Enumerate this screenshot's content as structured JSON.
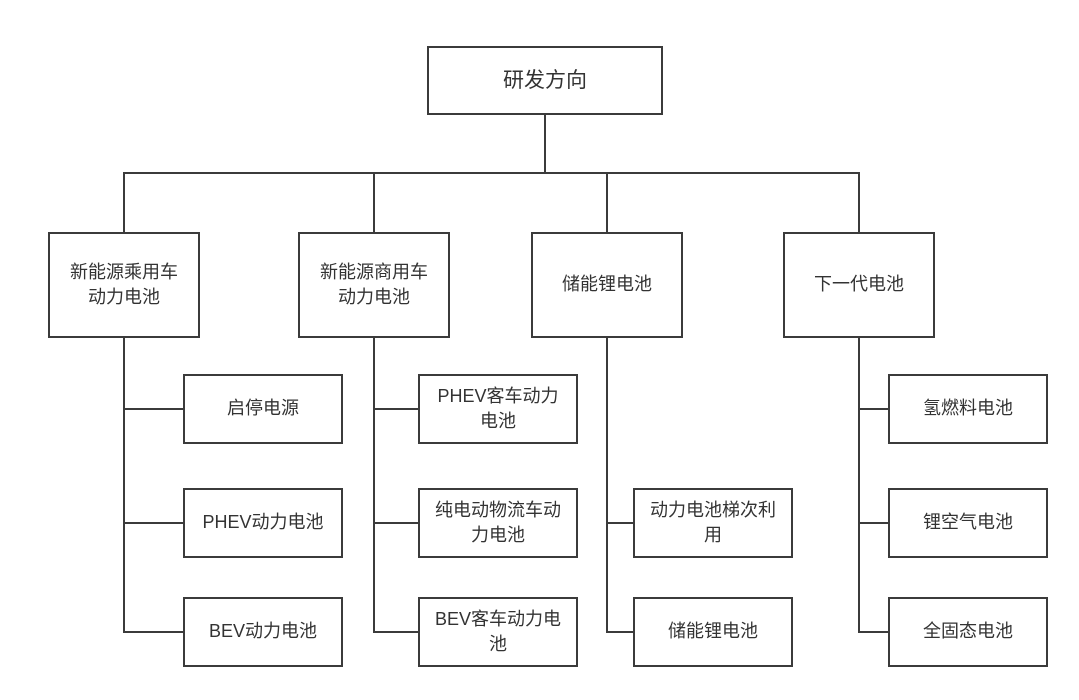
{
  "colors": {
    "line": "#3b3b3b",
    "text": "#333333",
    "background": "#ffffff"
  },
  "diagram": {
    "root": {
      "label": "研发方向"
    },
    "branches": [
      {
        "label": "新能源乘用车动力电池",
        "children": [
          "启停电源",
          "PHEV动力电池",
          "BEV动力电池"
        ]
      },
      {
        "label": "新能源商用车动力电池",
        "children": [
          "PHEV客车动力电池",
          "纯电动物流车动力电池",
          "BEV客车动力电池"
        ]
      },
      {
        "label": "储能锂电池",
        "children": [
          "动力电池梯次利用",
          "储能锂电池"
        ]
      },
      {
        "label": "下一代电池",
        "children": [
          "氢燃料电池",
          "锂空气电池",
          "全固态电池"
        ]
      }
    ]
  }
}
